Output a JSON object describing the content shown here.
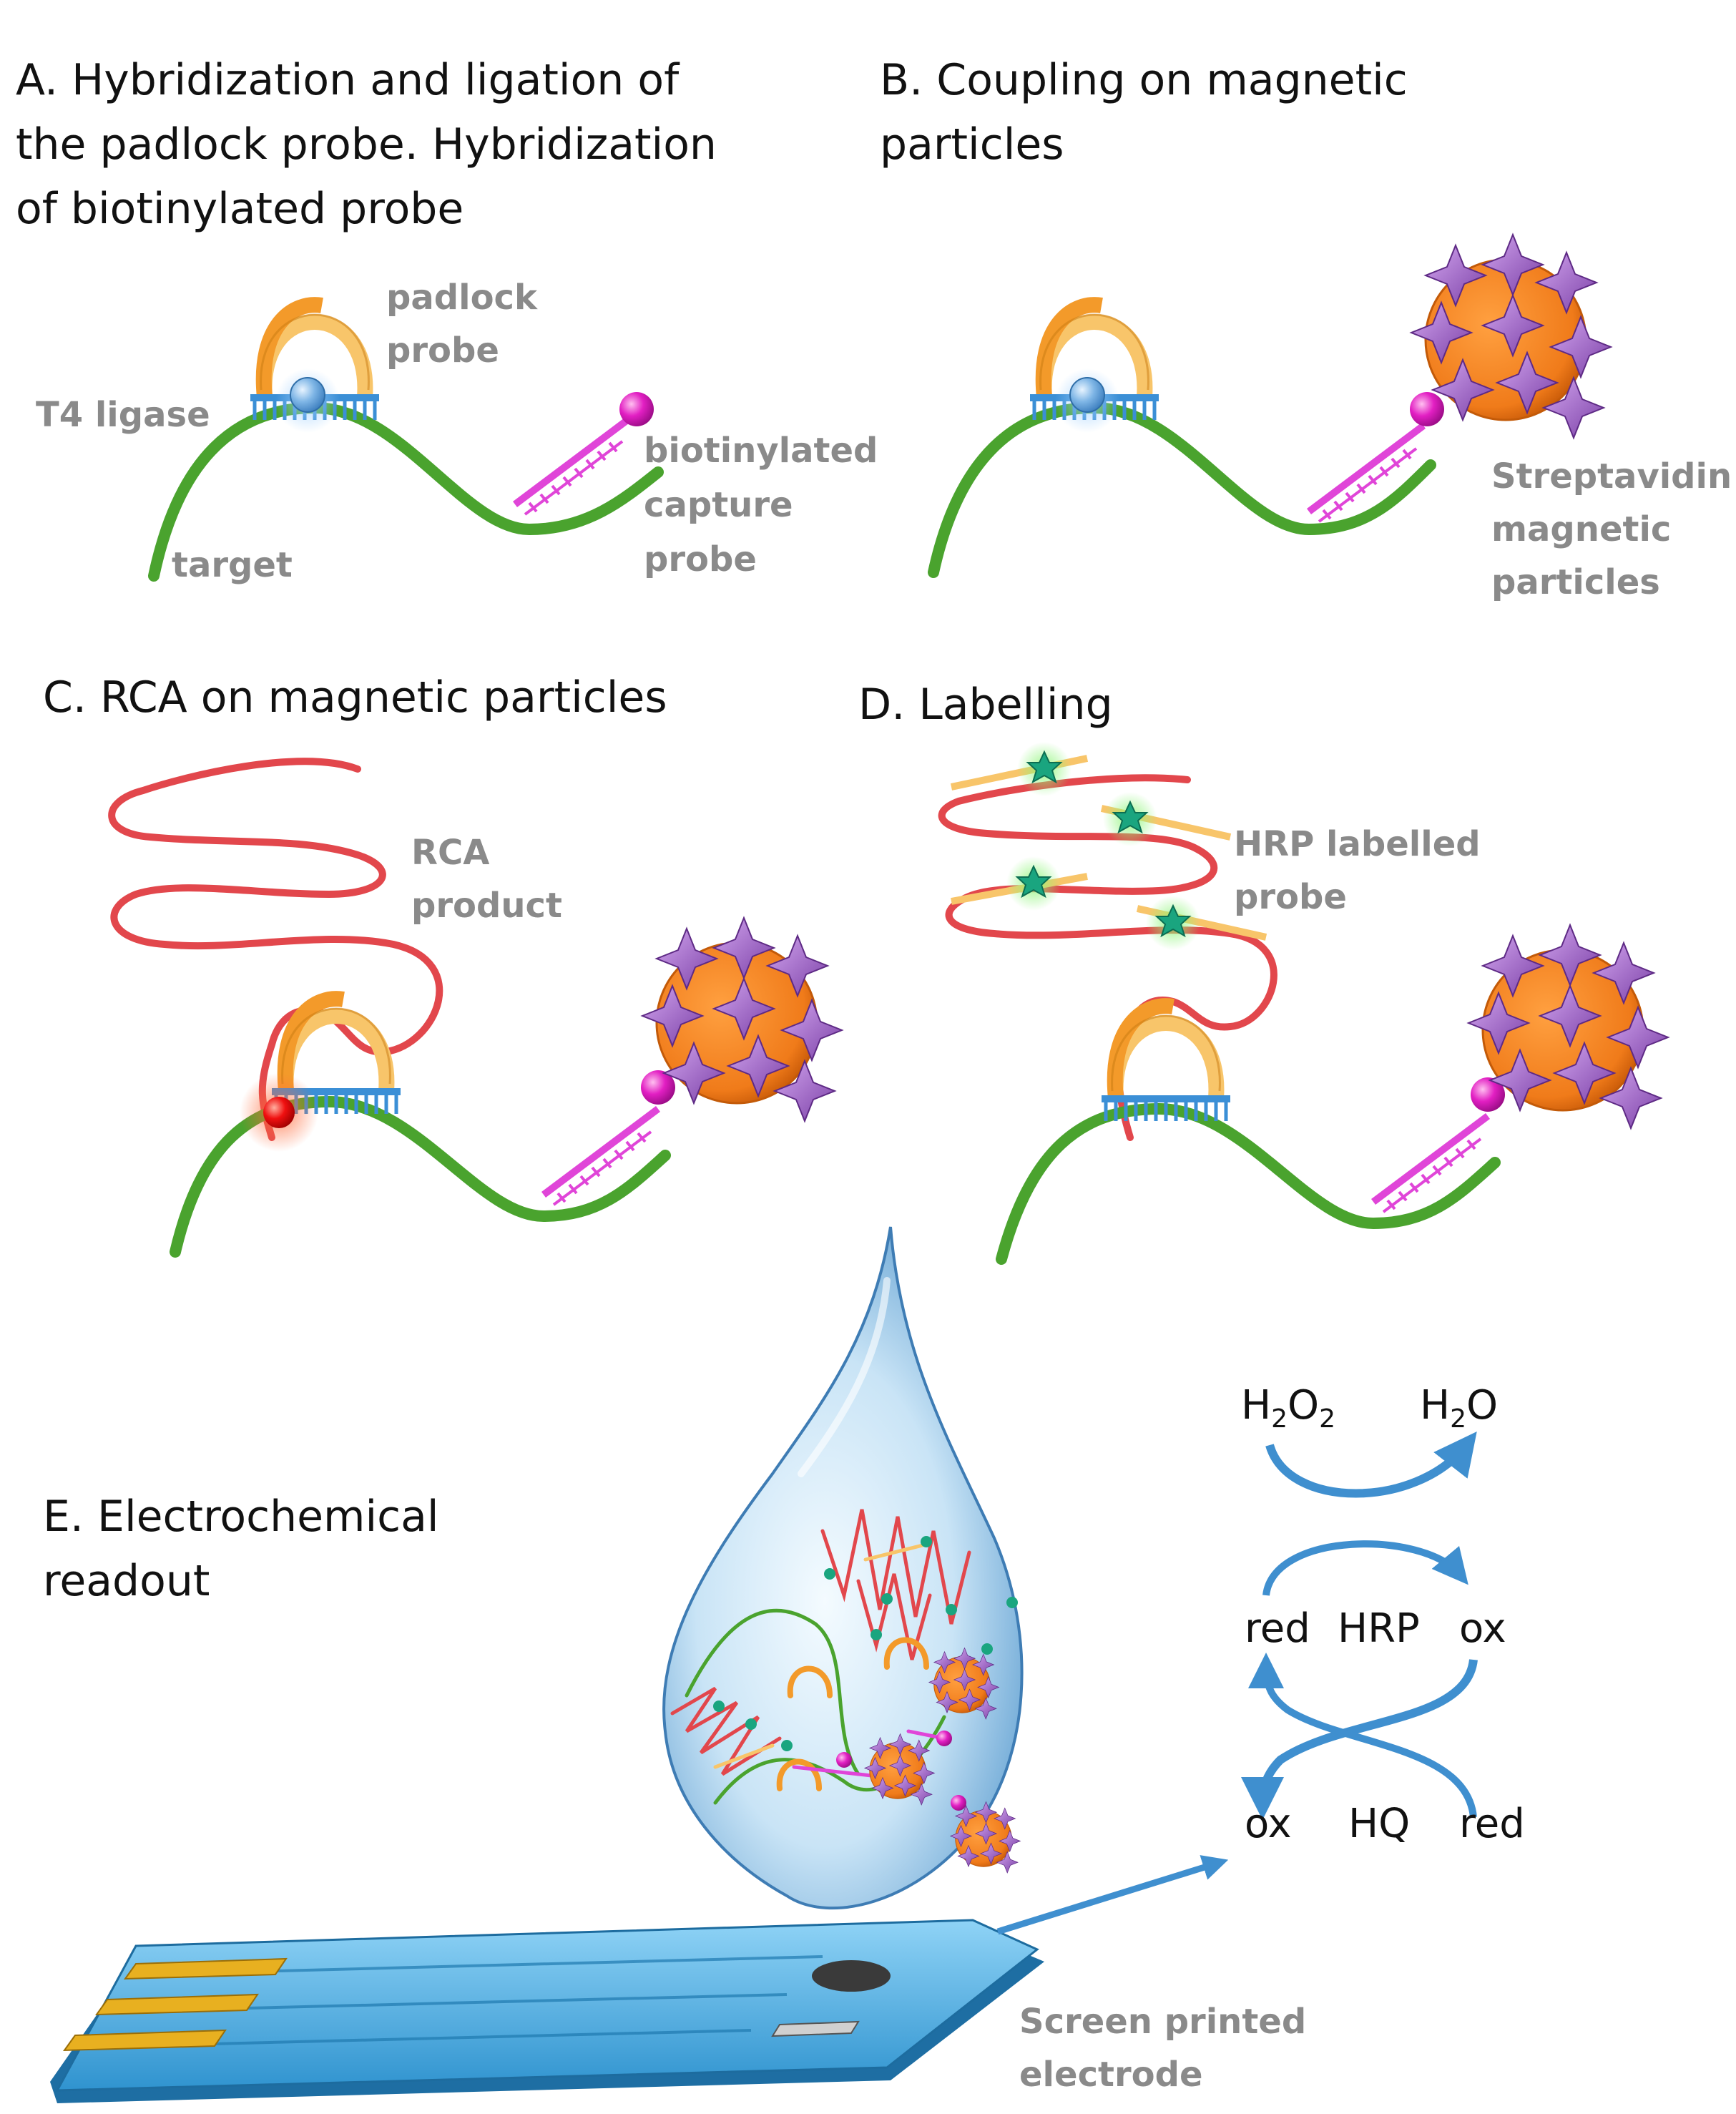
{
  "panels": {
    "a": {
      "title_lines": [
        "A. Hybridization and ligation of",
        "the padlock probe. Hybridization",
        "of biotinylated probe"
      ],
      "labels": {
        "padlock": [
          "padlock",
          "probe"
        ],
        "ligase": "T4 ligase",
        "target": "target",
        "capture": [
          "biotinylated",
          "capture",
          "probe"
        ]
      }
    },
    "b": {
      "title_lines": [
        "B. Coupling on magnetic",
        "particles"
      ],
      "labels": {
        "particles": [
          "Streptavidin",
          "magnetic",
          "particles"
        ]
      }
    },
    "c": {
      "title": "C. RCA on magnetic particles",
      "labels": {
        "rca": [
          "RCA",
          "product"
        ]
      }
    },
    "d": {
      "title": "D. Labelling",
      "labels": {
        "hrp": [
          "HRP labelled",
          "probe"
        ]
      }
    },
    "e": {
      "title_lines": [
        "E. Electrochemical",
        "readout"
      ],
      "labels": {
        "electrode": [
          "Screen printed",
          "electrode"
        ]
      }
    }
  },
  "reaction": {
    "h2o2": {
      "base": "H",
      "sub1": "2",
      "mid": "O",
      "sub2": "2"
    },
    "h2o": {
      "base": "H",
      "sub1": "2",
      "mid": "O"
    },
    "red1": "red",
    "hrp": "HRP",
    "ox1": "ox",
    "ox2": "ox",
    "hq": "HQ",
    "red2": "red"
  },
  "colors": {
    "target": "#4aa32e",
    "padlock_orange": "#f39a2a",
    "padlock_light": "#f8c56a",
    "padlock_teeth": "#3b8fd6",
    "biotin": "#e21fc3",
    "capture": "#e045d8",
    "particle": "#f07b1a",
    "streptavidin": "#9b59c7",
    "rca": "#e2474c",
    "hrp": "#1aa57f",
    "arrow": "#3f8fcf",
    "drop": "#8fc3e8",
    "electrode": "#4fb2e6",
    "contact": "#e8b020"
  },
  "icons": [
    "ligase-sphere-icon",
    "red-nick-sphere-icon",
    "streptavidin-star-icon",
    "hrp-label-icon",
    "biotin-icon",
    "arrow-icon"
  ]
}
